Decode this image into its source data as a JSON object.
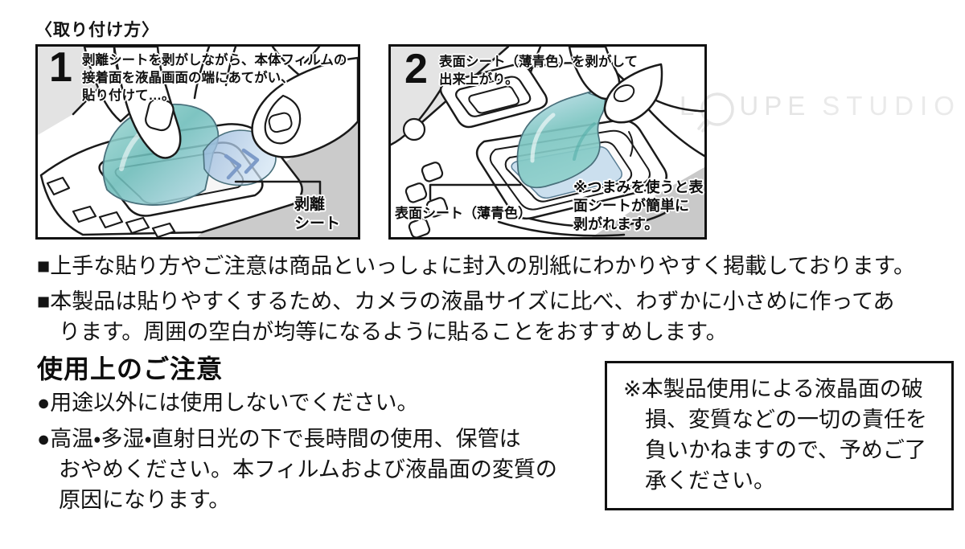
{
  "title": "〈取り付け方〉",
  "watermark": {
    "part1": "L",
    "part2": "UPE",
    "part3": "STUDIO",
    "icon": "magnifier",
    "color": "#e5e5e5"
  },
  "steps": [
    {
      "number": "1",
      "text": "剥離シートを剥がしながら、本体フィルムの\n接着面を液晶画面の端にあてがい、\n貼り付けて…。",
      "label": "剥離\nシート"
    },
    {
      "number": "2",
      "text": "表面シート（薄青色）を剥がして\n出来上がり。",
      "label": "表面シート（薄青色）",
      "note": "※つまみを使うと表\n面シートが簡単に\n剥がれます。"
    }
  ],
  "notices": [
    {
      "text": "■上手な貼り方やご注意は商品といっしょに封入の別紙にわかりやすく掲載しております。"
    },
    {
      "text": "■本製品は貼りやすくするため、カメラの液晶サイズに比べ、わずかに小さめに作ってあ\nります。周囲の空白が均等になるように貼ることをおすすめします。"
    }
  ],
  "usage": {
    "heading": "使用上のご注意",
    "items": [
      {
        "text": "●用途以外には使用しないでください。"
      },
      {
        "text": "●高温・多湿・直射日光の下で長時間の使用、保管は\nおやめください。本フィルムおよび液晶面の変質の\n原因になります。"
      }
    ]
  },
  "disclaimer": "※本製品使用による液晶面の破\n損、変質などの一切の責任を\n負いかねますので、予めご了\n承ください。",
  "colors": {
    "ink": "#151515",
    "film_teal": "#6cbcb9",
    "film_light_blue": "#c5dcec",
    "release_sheet_blue": "#93b4d9",
    "shade_gray": "#cbcbcb",
    "light_gray": "#e3e3e3",
    "watermark_gray": "#e5e5e5"
  }
}
